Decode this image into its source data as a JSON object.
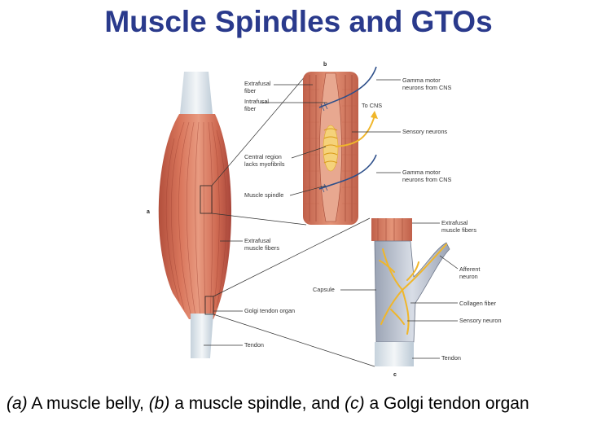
{
  "title": "Muscle Spindles and GTOs",
  "caption": {
    "a": "(a)",
    "a_text": " A muscle belly, ",
    "b": "(b)",
    "b_text": " a muscle spindle, and ",
    "c": "(c)",
    "c_text": " a Golgi tendon organ"
  },
  "diagram": {
    "panels": {
      "a": "a",
      "b": "b",
      "c": "c"
    },
    "labels": {
      "extrafusal_fiber_1": "Extrafusal",
      "extrafusal_fiber_2": "fiber",
      "intrafusal_fiber_1": "Intrafusal",
      "intrafusal_fiber_2": "fiber",
      "central_region_1": "Central region",
      "central_region_2": "lacks myofibrils",
      "muscle_spindle": "Muscle spindle",
      "extrafusal_muscle_fibers_1": "Extrafusal",
      "extrafusal_muscle_fibers_2": "muscle fibers",
      "golgi_tendon_organ": "Golgi tendon organ",
      "tendon_a": "Tendon",
      "gamma_top_1": "Gamma motor",
      "gamma_top_2": "neurons from CNS",
      "to_cns": "To CNS",
      "sensory_neurons": "Sensory neurons",
      "gamma_bottom_1": "Gamma motor",
      "gamma_bottom_2": "neurons from CNS",
      "extrafusal_c_1": "Extrafusal",
      "extrafusal_c_2": "muscle fibers",
      "afferent_1": "Afferent",
      "afferent_2": "neuron",
      "capsule": "Capsule",
      "collagen_fiber": "Collagen fiber",
      "sensory_neuron": "Sensory neuron",
      "tendon_c": "Tendon"
    },
    "colors": {
      "muscle": "#c8644e",
      "muscle_light": "#e59a80",
      "tendon": "#dfe8ee",
      "nerve_yellow": "#f0b62a",
      "gamma_blue": "#2d4f8a",
      "title_blue": "#2a3a8c"
    }
  }
}
